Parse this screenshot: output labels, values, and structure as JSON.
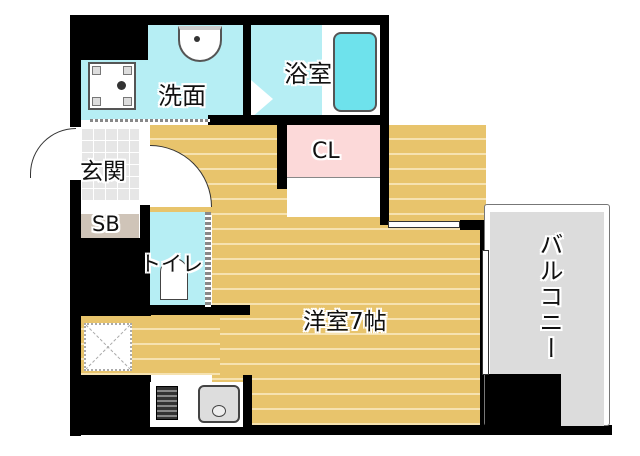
{
  "floorplan": {
    "rooms": {
      "washroom": {
        "label": "洗面"
      },
      "bathroom": {
        "label": "浴室"
      },
      "entrance": {
        "label": "玄関"
      },
      "shoe_box": {
        "label": "SB"
      },
      "toilet": {
        "label": "トイレ"
      },
      "closet": {
        "label": "CL"
      },
      "western_room": {
        "label": "洋室7帖"
      },
      "balcony": {
        "label": "バルコニー"
      }
    },
    "colors": {
      "wall": "#000000",
      "wood_floor": "#e8c46c",
      "wet_area": "#b6eef4",
      "closet": "#fcd9d9",
      "balcony": "#dcdcdc",
      "shoe_box": "#cfc4b8"
    }
  }
}
